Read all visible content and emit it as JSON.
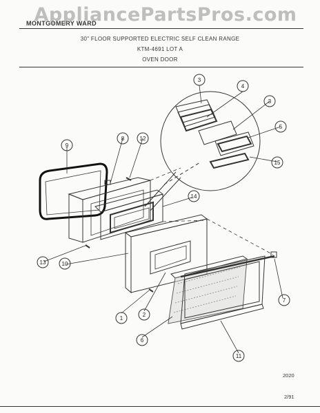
{
  "watermark": "AppliancePartsPros.com",
  "header": {
    "brand": "MONTGOMERY WARD",
    "line1": "30\" FLOOR SUPPORTED ELECTRIC SELF CLEAN RANGE",
    "line2": "KTM-4691 LOT A",
    "line3": "OVEN DOOR"
  },
  "callouts": [
    "3",
    "4",
    "3",
    "5",
    "15",
    "9",
    "8",
    "12",
    "14",
    "13",
    "10",
    "7",
    "1",
    "2",
    "6",
    "11"
  ],
  "footer": {
    "code": "2020",
    "date": "2/91"
  }
}
